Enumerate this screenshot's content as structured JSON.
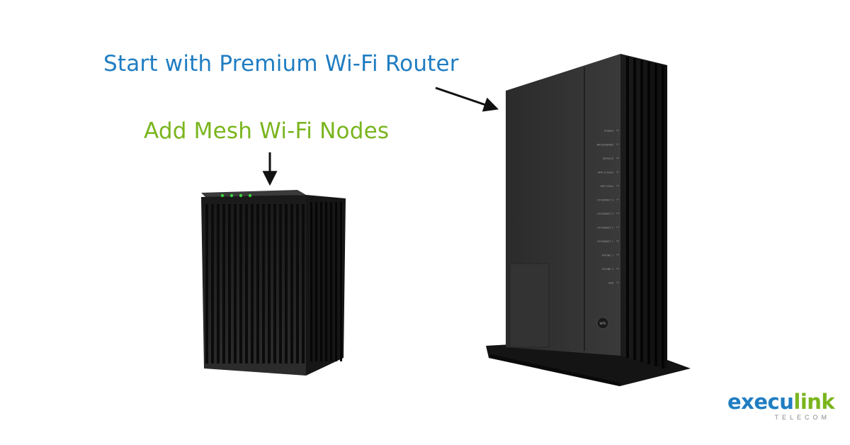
{
  "headline_router": "Start with Premium Wi-Fi Router",
  "headline_mesh": "Add Mesh Wi-Fi Nodes",
  "brand": {
    "name_part1": "execu",
    "name_part2": "link",
    "tagline": "TELECOM"
  },
  "router_indicator_labels": [
    "POWER",
    "BROADBAND",
    "SERVICE",
    "WIFI 2.4GHz",
    "WIFI 5GHz",
    "ETHERNET 4",
    "ETHERNET 3",
    "ETHERNET 2",
    "ETHERNET 1",
    "PHONE 1",
    "PHONE 2",
    "USB"
  ],
  "router_button_label": "WPS",
  "colors": {
    "router_text": "#1f7dc2",
    "mesh_text": "#7ab51d",
    "device_body": "#2a2a2a",
    "led_green": "#39d43a"
  }
}
